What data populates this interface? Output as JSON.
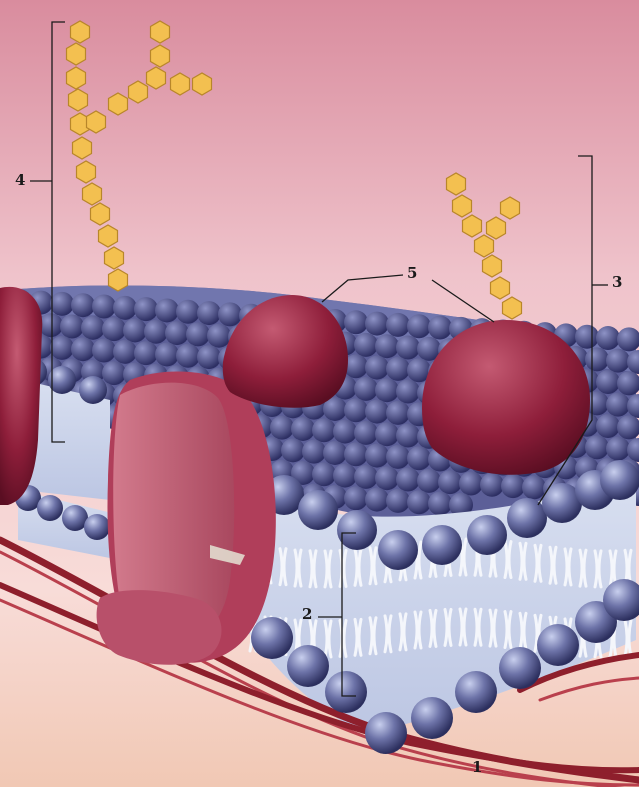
{
  "labels": {
    "cytoskeleton": "1",
    "lipid_bilayer": "2",
    "glycoprotein": "3",
    "glycolipid": "4",
    "peripheral_proteins": "5"
  }
}
